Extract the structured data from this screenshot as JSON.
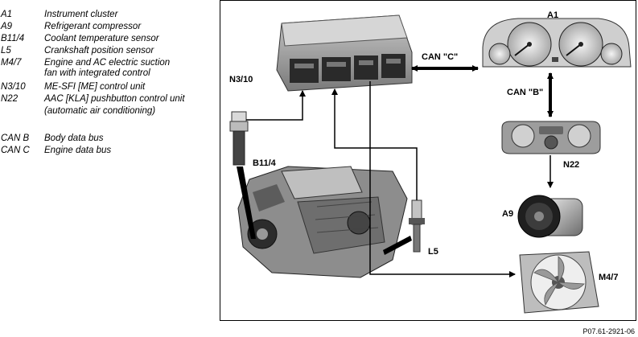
{
  "legend": {
    "items": [
      {
        "code": "A1",
        "lines": [
          "Instrument cluster"
        ]
      },
      {
        "code": "A9",
        "lines": [
          "Refrigerant compressor"
        ]
      },
      {
        "code": "B11/4",
        "lines": [
          "Coolant temperature sensor"
        ]
      },
      {
        "code": "L5",
        "lines": [
          "Crankshaft position sensor"
        ]
      },
      {
        "code": "M4/7",
        "lines": [
          "Engine and AC electric suction",
          "fan with integrated control"
        ]
      },
      {
        "code": "N3/10",
        "lines": [
          "ME-SFI [ME] control unit"
        ]
      },
      {
        "code": "N22",
        "lines": [
          "AAC [KLA] pushbutton control unit",
          "(automatic air conditioning)"
        ]
      },
      {
        "code": "CAN B",
        "lines": [
          "Body data bus"
        ]
      },
      {
        "code": "CAN C",
        "lines": [
          "Engine data bus"
        ]
      }
    ]
  },
  "diagram": {
    "labels": {
      "n310": "N3/10",
      "a1": "A1",
      "can_c": "CAN \"C\"",
      "can_b": "CAN \"B\"",
      "n22": "N22",
      "a9": "A9",
      "b114": "B11/4",
      "l5": "L5",
      "m47": "M4/7"
    }
  },
  "figure_ref": "P07.61-2921-06"
}
